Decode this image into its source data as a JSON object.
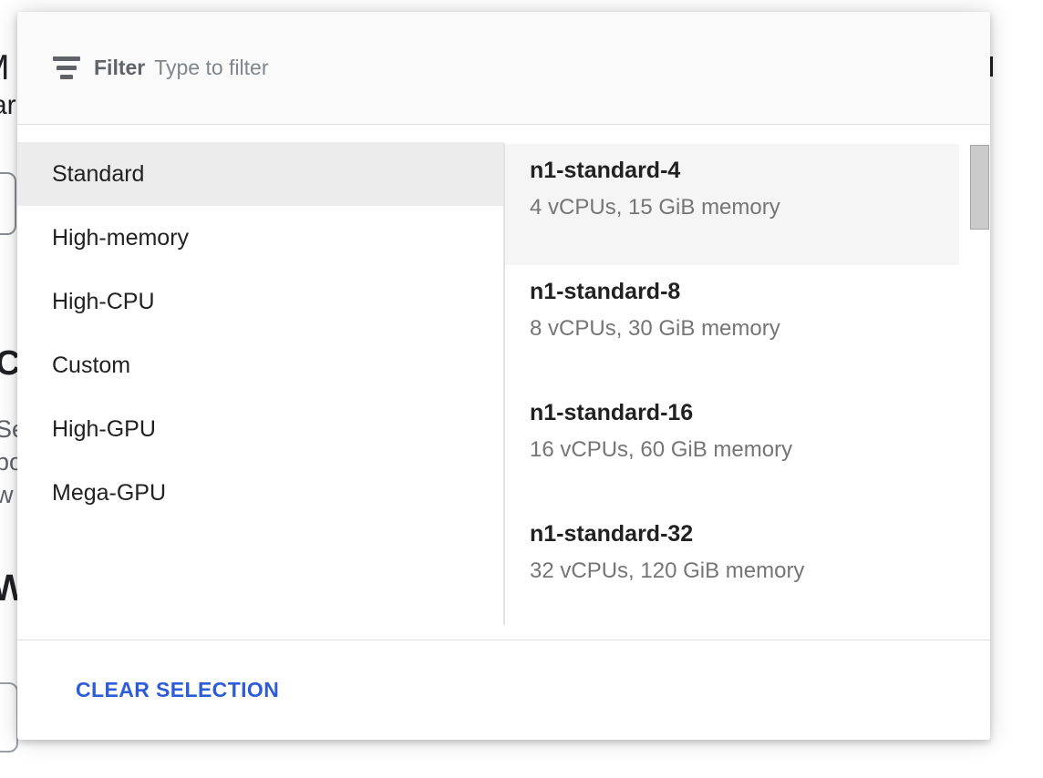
{
  "filter": {
    "label": "Filter",
    "placeholder": "Type to filter"
  },
  "categories": [
    {
      "label": "Standard",
      "selected": true
    },
    {
      "label": "High-memory",
      "selected": false
    },
    {
      "label": "High-CPU",
      "selected": false
    },
    {
      "label": "Custom",
      "selected": false
    },
    {
      "label": "High-GPU",
      "selected": false
    },
    {
      "label": "Mega-GPU",
      "selected": false
    }
  ],
  "machine_types": [
    {
      "name": "n1-standard-4",
      "specs": "4 vCPUs, 15 GiB memory",
      "selected": true
    },
    {
      "name": "n1-standard-8",
      "specs": "8 vCPUs, 30 GiB memory",
      "selected": false
    },
    {
      "name": "n1-standard-16",
      "specs": "16 vCPUs, 60 GiB memory",
      "selected": false
    },
    {
      "name": "n1-standard-32",
      "specs": "32 vCPUs, 120 GiB memory",
      "selected": false
    }
  ],
  "footer": {
    "clear_button_label": "CLEAR SELECTION"
  },
  "background": {
    "fragments": [
      "M",
      "ar",
      "C",
      "Se",
      "po",
      "w",
      "W"
    ]
  },
  "colors": {
    "accent_blue": "#2e5cd6",
    "header_bg": "#fafafa",
    "selected_category_bg": "#ececec",
    "selected_machine_bg": "#f5f5f5",
    "divider": "#e0e0e0",
    "title_text": "#212121",
    "subtitle_text": "#757575",
    "scrollbar_thumb": "#cbcbcb"
  }
}
